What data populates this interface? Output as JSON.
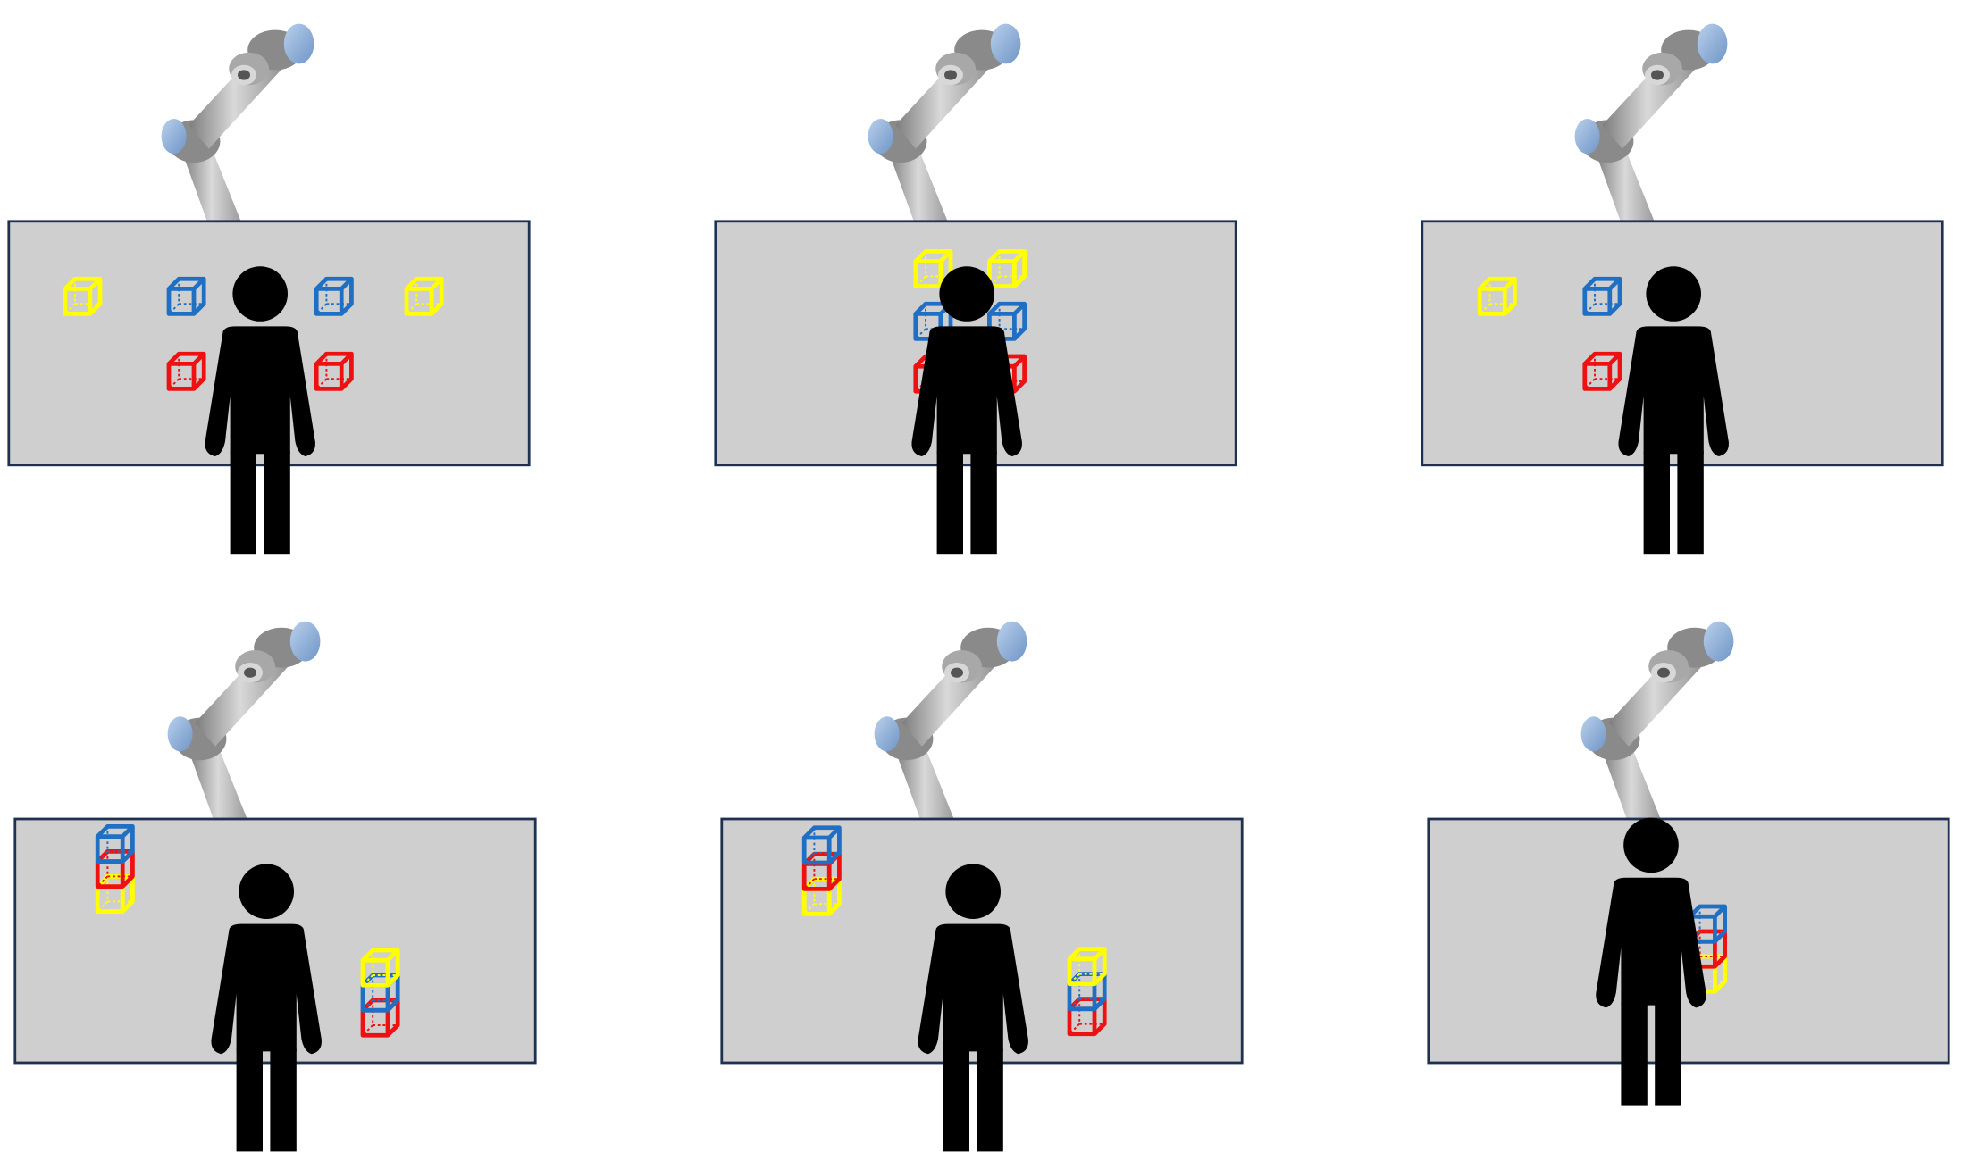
{
  "colors": {
    "background": "#ffffff",
    "table_fill": "#d0cfcf",
    "table_border": "#1f3150",
    "person": "#000000",
    "cube_yellow": "#ffff00",
    "cube_blue": "#1f6fc4",
    "cube_red": "#ee1111",
    "robot_gray": "#a6a6a6",
    "robot_joint_blue": "#8fb2dc"
  },
  "icons": [
    "robot-arm-icon",
    "person-icon",
    "cube-icon"
  ],
  "panels": [
    {
      "id": "top-left",
      "cubes": [
        {
          "color": "yellow",
          "stack": "none"
        },
        {
          "color": "blue",
          "stack": "none"
        },
        {
          "color": "blue",
          "stack": "none"
        },
        {
          "color": "yellow",
          "stack": "none"
        },
        {
          "color": "red",
          "stack": "none"
        },
        {
          "color": "red",
          "stack": "none"
        }
      ]
    },
    {
      "id": "top-middle",
      "cubes": [
        {
          "color": "yellow",
          "stack": "none"
        },
        {
          "color": "yellow",
          "stack": "none"
        },
        {
          "color": "blue",
          "stack": "none"
        },
        {
          "color": "blue",
          "stack": "none"
        },
        {
          "color": "red",
          "stack": "none"
        },
        {
          "color": "red",
          "stack": "none"
        }
      ]
    },
    {
      "id": "top-right",
      "cubes": [
        {
          "color": "yellow",
          "stack": "none"
        },
        {
          "color": "blue",
          "stack": "none"
        },
        {
          "color": "red",
          "stack": "none"
        }
      ]
    },
    {
      "id": "bottom-left",
      "stacks": [
        [
          "yellow",
          "red",
          "blue"
        ],
        [
          "red",
          "blue",
          "yellow"
        ]
      ]
    },
    {
      "id": "bottom-middle",
      "stacks": [
        [
          "yellow",
          "red",
          "blue"
        ],
        [
          "red",
          "blue",
          "yellow"
        ]
      ]
    },
    {
      "id": "bottom-right",
      "stacks": [
        [
          "yellow",
          "red",
          "blue"
        ]
      ]
    }
  ]
}
